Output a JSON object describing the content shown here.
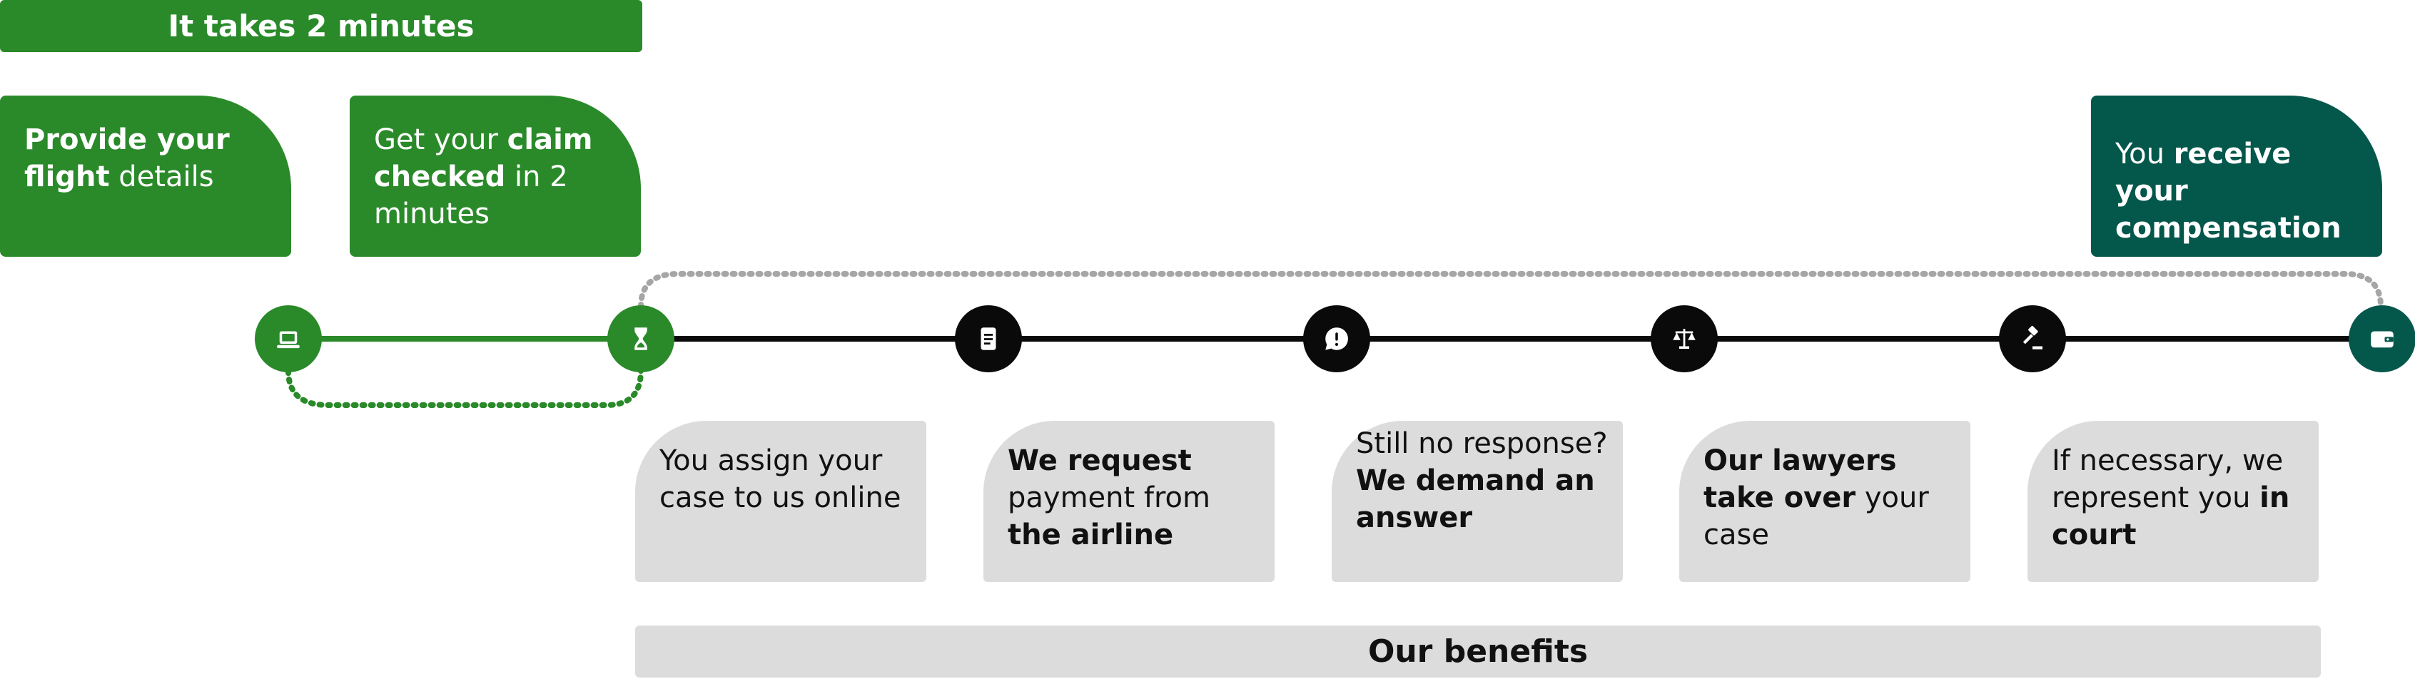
{
  "banner": {
    "text": "It takes 2 minutes"
  },
  "steps_top": [
    {
      "pre": "",
      "bold": "Provide your flight",
      "post": " details"
    },
    {
      "pre": "Get your ",
      "bold": "claim checked",
      "post": " in 2 minutes"
    },
    {
      "pre": "You ",
      "bold": "receive your compensation",
      "post": ""
    }
  ],
  "steps_bottom": [
    {
      "pre": "You assign your case to us online",
      "bold": "",
      "mid": "",
      "bold2": "",
      "post": ""
    },
    {
      "pre": "",
      "bold": "We request",
      "mid": " payment from ",
      "bold2": "the airline",
      "post": ""
    },
    {
      "pre": "Still no response? ",
      "bold": "We demand an answer",
      "mid": "",
      "bold2": "",
      "post": ""
    },
    {
      "pre": "",
      "bold": "Our lawyers take over",
      "mid": " your case",
      "bold2": "",
      "post": ""
    },
    {
      "pre": "If necessary, we represent you ",
      "bold": "in court",
      "mid": "",
      "bold2": "",
      "post": ""
    }
  ],
  "benefits": {
    "label": "Our benefits"
  },
  "icons": [
    "laptop-icon",
    "hourglass-icon",
    "document-icon",
    "chat-alert-icon",
    "scales-icon",
    "gavel-icon",
    "wallet-icon"
  ],
  "colors": {
    "green": "#2a8a2a",
    "dark_green": "#04574b",
    "black": "#0a0a0a",
    "grey_box": "#dcdcdc",
    "dotted_grey": "#a6a6a6"
  }
}
